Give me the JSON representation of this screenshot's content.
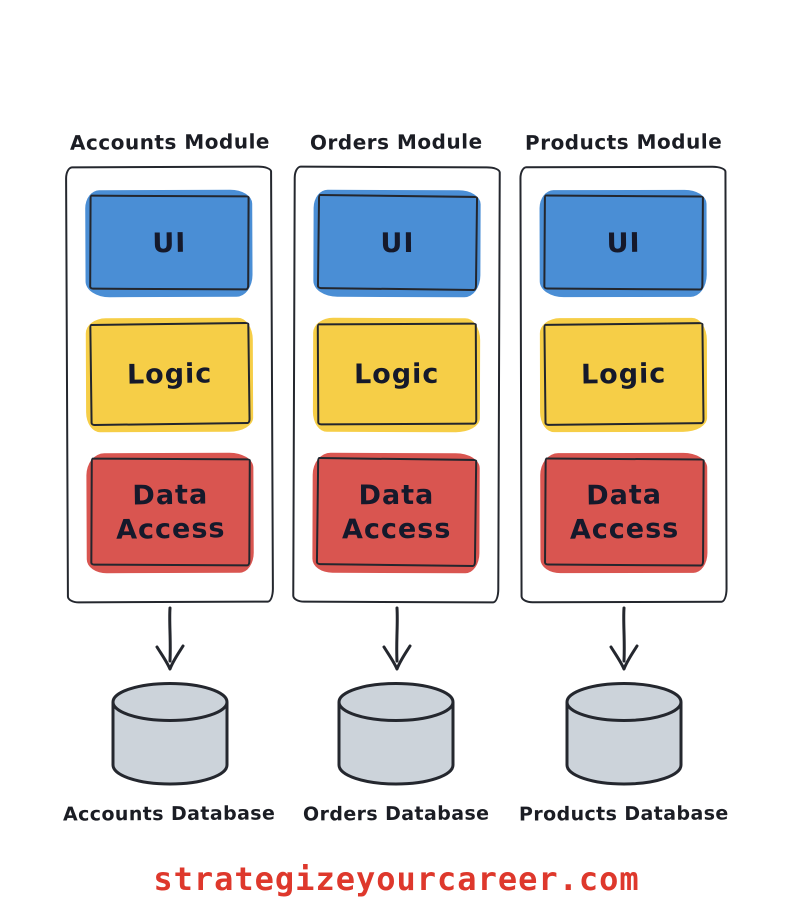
{
  "colors": {
    "ui_fill": "#4a8ed5",
    "logic_fill": "#f6ce47",
    "data_access_fill": "#d95550",
    "outline": "#24272e",
    "box_text": "#15192b",
    "database_fill": "#ccd3da",
    "footer_red": "#de382c",
    "background": "#ffffff"
  },
  "modules": [
    {
      "title": "Accounts Module",
      "layers": [
        {
          "label": "UI"
        },
        {
          "label": "Logic"
        },
        {
          "label": "Data Access"
        }
      ],
      "database_label": "Accounts Database"
    },
    {
      "title": "Orders Module",
      "layers": [
        {
          "label": "UI"
        },
        {
          "label": "Logic"
        },
        {
          "label": "Data Access"
        }
      ],
      "database_label": "Orders Database"
    },
    {
      "title": "Products Module",
      "layers": [
        {
          "label": "UI"
        },
        {
          "label": "Logic"
        },
        {
          "label": "Data Access"
        }
      ],
      "database_label": "Products Database"
    }
  ],
  "footer": {
    "site_label": "strategizeyourcareer.com"
  }
}
